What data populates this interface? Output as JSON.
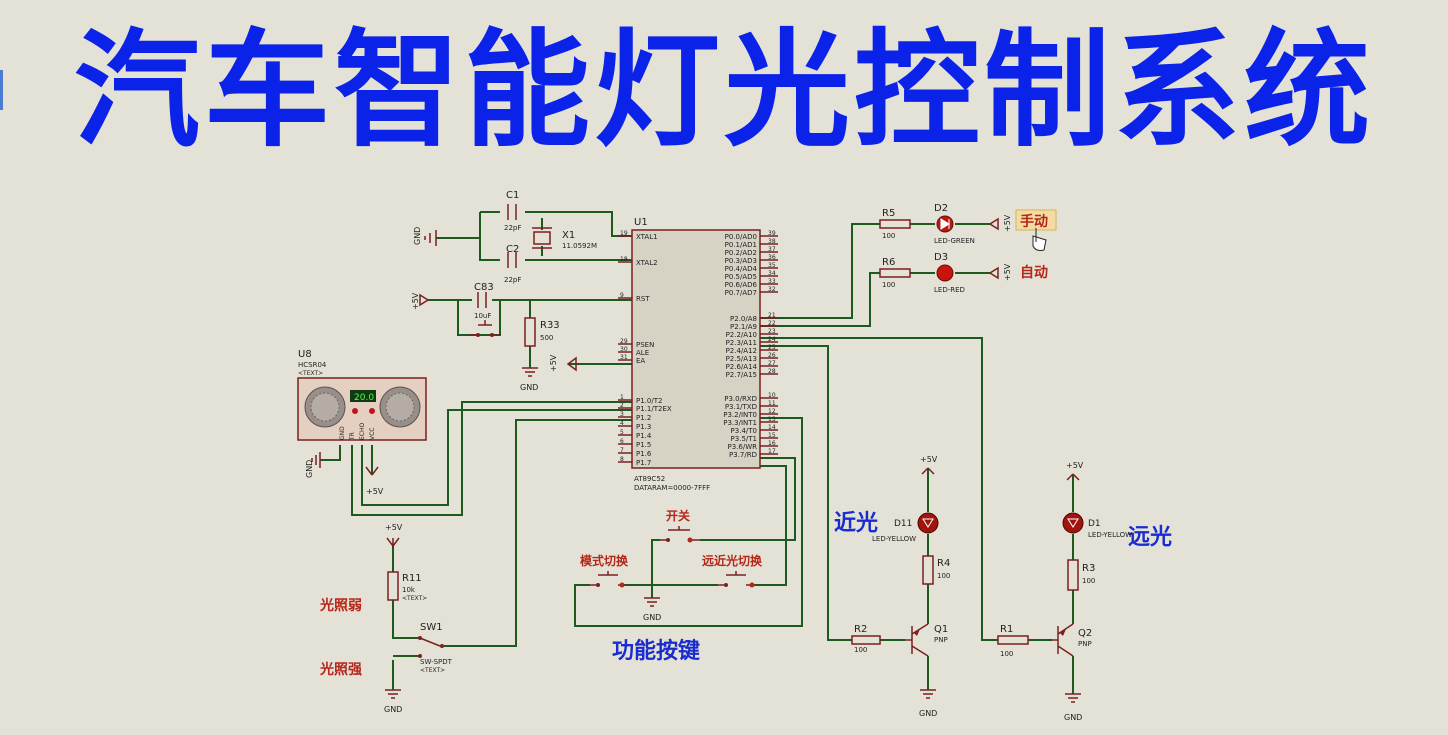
{
  "title": "汽车智能灯光控制系统",
  "parts": {
    "c1": {
      "ref": "C1",
      "value": "22pF"
    },
    "c2": {
      "ref": "C2",
      "value": "22pF"
    },
    "x1": {
      "ref": "X1",
      "value": "11.0592M"
    },
    "c83": {
      "ref": "C83",
      "value": "10uF"
    },
    "r33": {
      "ref": "R33",
      "value": "500"
    },
    "u1": {
      "ref": "U1",
      "name": "AT89C52",
      "dataram": "DATARAM=0000-7FFF"
    },
    "u8": {
      "ref": "U8",
      "name": "HCSR04",
      "text": "<TEXT>",
      "display": "20.0",
      "pins": [
        "GND",
        "TR",
        "ECHO",
        "VCC"
      ]
    },
    "r5": {
      "ref": "R5",
      "value": "100"
    },
    "r6": {
      "ref": "R6",
      "value": "100"
    },
    "d2": {
      "ref": "D2",
      "name": "LED-GREEN"
    },
    "d3": {
      "ref": "D3",
      "name": "LED-RED"
    },
    "r11": {
      "ref": "R11",
      "value": "10k",
      "text": "<TEXT>"
    },
    "sw1": {
      "ref": "SW1",
      "name": "SW-SPDT",
      "text": "<TEXT>"
    },
    "d11": {
      "ref": "D11",
      "name": "LED-YELLOW"
    },
    "d1": {
      "ref": "D1",
      "name": "LED-YELLOW"
    },
    "r4": {
      "ref": "R4",
      "value": "100"
    },
    "r3": {
      "ref": "R3",
      "value": "100"
    },
    "r2": {
      "ref": "R2",
      "value": "100"
    },
    "r1": {
      "ref": "R1",
      "value": "100"
    },
    "q1": {
      "ref": "Q1",
      "type": "PNP"
    },
    "q2": {
      "ref": "Q2",
      "type": "PNP"
    }
  },
  "u1_pins_left": [
    {
      "num": "19",
      "name": "XTAL1"
    },
    {
      "num": "18",
      "name": "XTAL2"
    },
    {
      "num": "9",
      "name": "RST"
    },
    {
      "num": "29",
      "name": "PSEN"
    },
    {
      "num": "30",
      "name": "ALE"
    },
    {
      "num": "31",
      "name": "EA"
    },
    {
      "num": "1",
      "name": "P1.0/T2"
    },
    {
      "num": "2",
      "name": "P1.1/T2EX"
    },
    {
      "num": "3",
      "name": "P1.2"
    },
    {
      "num": "4",
      "name": "P1.3"
    },
    {
      "num": "5",
      "name": "P1.4"
    },
    {
      "num": "6",
      "name": "P1.5"
    },
    {
      "num": "7",
      "name": "P1.6"
    },
    {
      "num": "8",
      "name": "P1.7"
    }
  ],
  "u1_pins_right": [
    {
      "num": "39",
      "name": "P0.0/AD0"
    },
    {
      "num": "38",
      "name": "P0.1/AD1"
    },
    {
      "num": "37",
      "name": "P0.2/AD2"
    },
    {
      "num": "36",
      "name": "P0.3/AD3"
    },
    {
      "num": "35",
      "name": "P0.4/AD4"
    },
    {
      "num": "34",
      "name": "P0.5/AD5"
    },
    {
      "num": "33",
      "name": "P0.6/AD6"
    },
    {
      "num": "32",
      "name": "P0.7/AD7"
    },
    {
      "num": "21",
      "name": "P2.0/A8"
    },
    {
      "num": "22",
      "name": "P2.1/A9"
    },
    {
      "num": "23",
      "name": "P2.2/A10"
    },
    {
      "num": "24",
      "name": "P2.3/A11"
    },
    {
      "num": "25",
      "name": "P2.4/A12"
    },
    {
      "num": "26",
      "name": "P2.5/A13"
    },
    {
      "num": "27",
      "name": "P2.6/A14"
    },
    {
      "num": "28",
      "name": "P2.7/A15"
    },
    {
      "num": "10",
      "name": "P3.0/RXD"
    },
    {
      "num": "11",
      "name": "P3.1/TXD"
    },
    {
      "num": "12",
      "name": "P3.2/INT0"
    },
    {
      "num": "13",
      "name": "P3.3/INT1"
    },
    {
      "num": "14",
      "name": "P3.4/T0"
    },
    {
      "num": "15",
      "name": "P3.5/T1"
    },
    {
      "num": "16",
      "name": "P3.6/WR"
    },
    {
      "num": "17",
      "name": "P3.7/RD"
    }
  ],
  "power": {
    "vcc": "+5V",
    "gnd": "GND"
  },
  "labels": {
    "manual": "手动",
    "auto": "自动",
    "low_beam": "近光",
    "high_beam": "远光",
    "light_weak": "光照弱",
    "light_strong": "光照强",
    "switch_power": "开关",
    "mode_switch": "模式切换",
    "beam_switch": "远近光切换",
    "function_keys": "功能按键"
  },
  "colors": {
    "title": "#0b22e8",
    "background": "#e4e2d6",
    "wire": "#1d5a1d",
    "part": "#7a2020",
    "red_label": "#b42618",
    "blue_label": "#1a2ccf"
  }
}
